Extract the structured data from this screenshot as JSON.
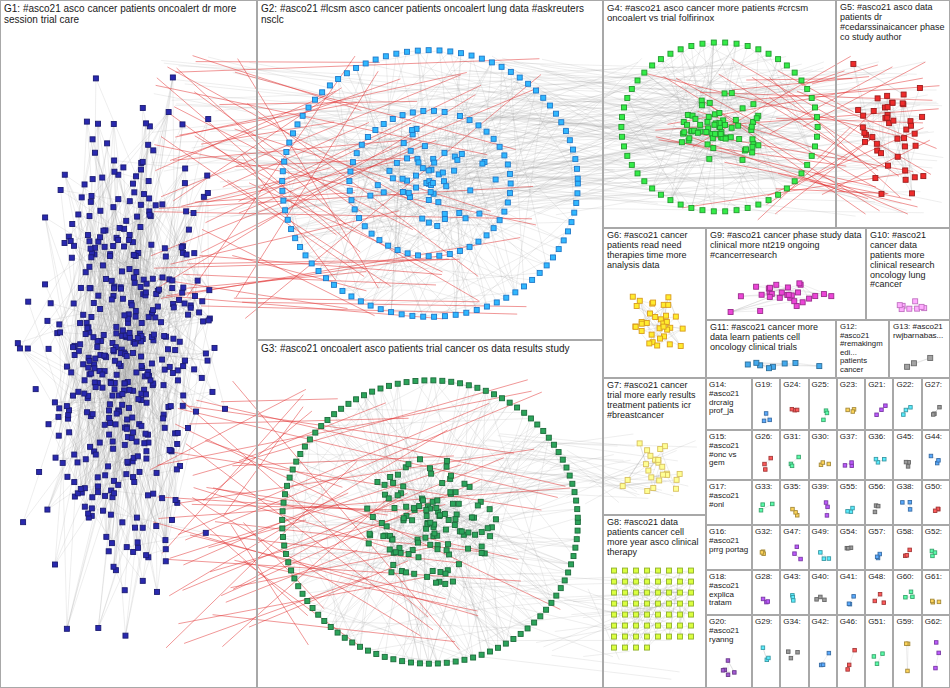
{
  "diagram": {
    "nodes": [
      {
        "text": [
          "G1: #asco21 asco cancer patients oncoalert dr more session trial care"
        ]
      },
      {
        "text": [
          "G2: #asco21 #lcsm asco cancer patients oncoalert lung data #askreuters nsclc"
        ]
      },
      {
        "text": [
          "G3: #asco21 oncoalert asco patients trial cancer os data results study"
        ]
      },
      {
        "text": [
          "G4: #asco21 asco cancer more patients #crcsm oncoalert vs trial folfirinox"
        ]
      },
      {
        "text": [
          "G5: #asco21 asco data patients dr #cedarssinaicancer phase co study author"
        ]
      },
      {
        "text": [
          "G6: #asco21 cancer patients read need therapies time more analysis data"
        ]
      },
      {
        "text": [
          "G9: #asco21 cancer phase study data clinical more nt219 ongoing #cancerresearch"
        ]
      },
      {
        "text": [
          "G10: #asco21 cancer data patients more clinical research oncology lung #cancer"
        ]
      },
      {
        "text": [
          "G11: #asco21 cancer more data learn patients cell oncology clinical trials"
        ]
      },
      {
        "text": [
          "G12: #asco21 #remakingmedi... patients cancer"
        ]
      },
      {
        "text": [
          "G13: #asco21 rwjbarnabas..."
        ]
      },
      {
        "text": [
          "G7: #asco21 cancer trial more early results treatment patients icr #breastcancer"
        ]
      },
      {
        "text": [
          "G8: #asco21 data patients cancer cell more year asco clinical therapy"
        ]
      },
      {
        "text": [
          "G14: #asco21 drcraig prof_ja"
        ]
      },
      {
        "text": [
          "G15: #asco21 #onc vs gem"
        ]
      },
      {
        "text": [
          "G17: #asco21 #onl"
        ]
      },
      {
        "text": [
          "G16: #asco21 prrg portag"
        ]
      },
      {
        "text": [
          "G18: #asco21 explica tratam"
        ]
      },
      {
        "text": [
          "G20: #asco21 ryanng"
        ]
      },
      {
        "text": [
          "G19:"
        ]
      },
      {
        "text": [
          "G24:"
        ]
      },
      {
        "text": [
          "G25:"
        ]
      },
      {
        "text": [
          "G23:"
        ]
      },
      {
        "text": [
          "G21:"
        ]
      },
      {
        "text": [
          "G22:"
        ]
      },
      {
        "text": [
          "G27:"
        ]
      },
      {
        "text": [
          "G26:"
        ]
      },
      {
        "text": [
          "G31:"
        ]
      },
      {
        "text": [
          "G30:"
        ]
      },
      {
        "text": [
          "G37:"
        ]
      },
      {
        "text": [
          "G36:"
        ]
      },
      {
        "text": [
          "G45:"
        ]
      },
      {
        "text": [
          "G44:"
        ]
      },
      {
        "text": [
          "G33:"
        ]
      },
      {
        "text": [
          "G35:"
        ]
      },
      {
        "text": [
          "G39:"
        ]
      },
      {
        "text": [
          "G55:"
        ]
      },
      {
        "text": [
          "G56:"
        ]
      },
      {
        "text": [
          "G38:"
        ]
      },
      {
        "text": [
          "G50:"
        ]
      },
      {
        "text": [
          "G32:"
        ]
      },
      {
        "text": [
          "G47:"
        ]
      },
      {
        "text": [
          "G49:"
        ]
      },
      {
        "text": [
          "G54:"
        ]
      },
      {
        "text": [
          "G57:"
        ]
      },
      {
        "text": [
          "G58:"
        ]
      },
      {
        "text": [
          "G52:"
        ]
      },
      {
        "text": [
          "G28:"
        ]
      },
      {
        "text": [
          "G43:"
        ]
      },
      {
        "text": [
          "G40:"
        ]
      },
      {
        "text": [
          "G41:"
        ]
      },
      {
        "text": [
          "G48:"
        ]
      },
      {
        "text": [
          "G60:"
        ]
      },
      {
        "text": [
          "G61:"
        ]
      },
      {
        "text": [
          "G29:"
        ]
      },
      {
        "text": [
          "G34:"
        ]
      },
      {
        "text": [
          "G42:"
        ]
      },
      {
        "text": [
          "G46:"
        ]
      },
      {
        "text": [
          "G51:"
        ]
      },
      {
        "text": [
          "G59:"
        ]
      },
      {
        "text": [
          "G62:"
        ]
      }
    ]
  }
}
